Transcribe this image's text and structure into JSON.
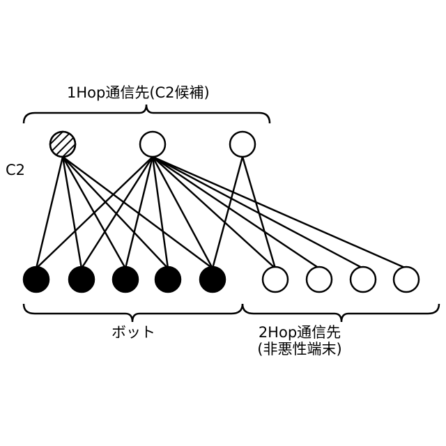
{
  "labels": {
    "one_hop": "1Hop通信先(C2候補)",
    "c2": "C2",
    "bots": "ボット",
    "two_hop_line1": "2Hop通信先",
    "two_hop_line2": "(非悪性端末)"
  },
  "colors": {
    "stroke": "#000000",
    "bot_fill": "#000000",
    "node_fill": "#ffffff"
  },
  "legend_semantics": {
    "hatched_node": "C2",
    "filled_node": "bot",
    "white_bottom_node": "non-malicious terminal"
  }
}
